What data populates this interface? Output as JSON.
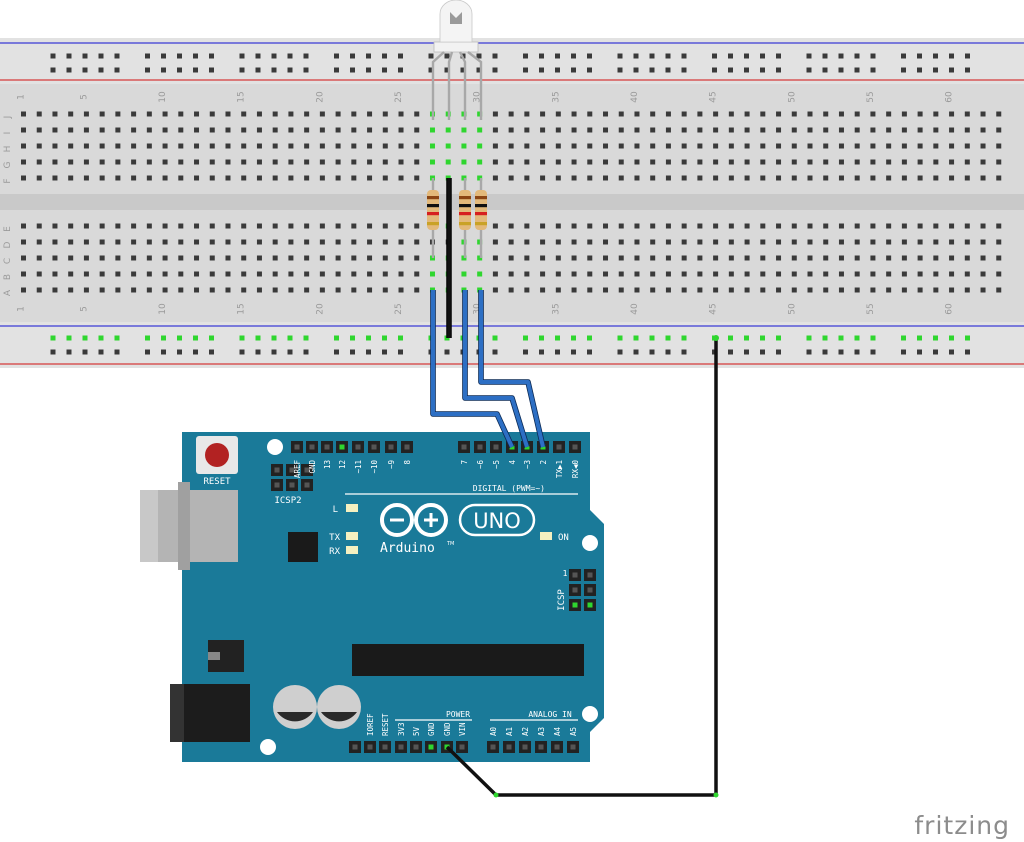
{
  "breadboard": {
    "column_numbers": [
      "1",
      "5",
      "10",
      "15",
      "20",
      "25",
      "30",
      "35",
      "40",
      "45",
      "50",
      "55",
      "60"
    ],
    "row_letters_top": [
      "J",
      "I",
      "H",
      "G",
      "F"
    ],
    "row_letters_bottom": [
      "E",
      "D",
      "C",
      "B",
      "A"
    ]
  },
  "arduino": {
    "reset_label": "RESET",
    "icsp2_label": "ICSP2",
    "icsp_label": "ICSP",
    "digital_label": "DIGITAL (PWM=~)",
    "led_l_label": "L",
    "led_tx_label": "TX",
    "led_rx_label": "RX",
    "on_label": "ON",
    "brand_label": "Arduino",
    "tm_label": "TM",
    "model_label": "UNO",
    "power_label": "POWER",
    "analog_label": "ANALOG IN",
    "digital_pins": [
      "AREF",
      "GND",
      "13",
      "12",
      "~11",
      "~10",
      "~9",
      "8",
      "7",
      "~6",
      "~5",
      "4",
      "~3",
      "2",
      "TX▶1",
      "RX◀0"
    ],
    "power_pins": [
      "IOREF",
      "RESET",
      "3V3",
      "5V",
      "GND",
      "GND",
      "VIN"
    ],
    "analog_pins": [
      "A0",
      "A1",
      "A2",
      "A3",
      "A4",
      "A5"
    ],
    "icsp_pin1": "1"
  },
  "colors": {
    "board_blue": "#1a7a99",
    "wire_blue": "#2d6fc4",
    "wire_black": "#111111"
  },
  "watermark": "fritzing"
}
